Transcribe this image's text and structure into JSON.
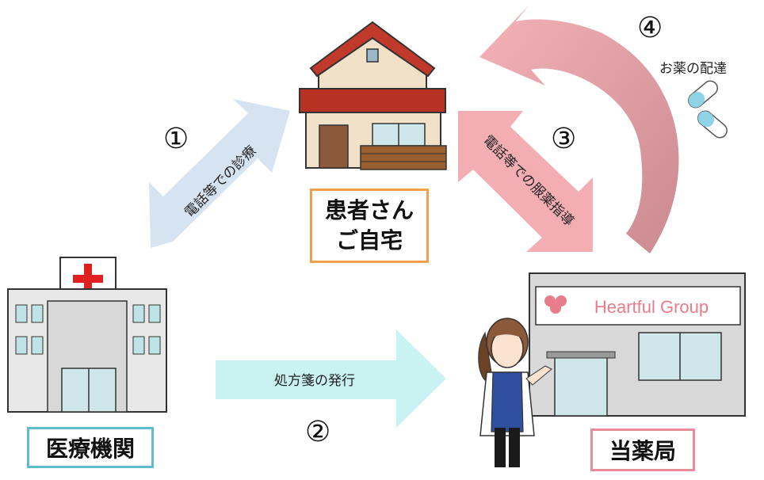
{
  "nodes": {
    "patient_home": [
      "患者さん",
      "ご自宅"
    ],
    "medical_institution": "医療機関",
    "pharmacy": "当薬局"
  },
  "steps": [
    {
      "number": "①",
      "label": "電話等での診療"
    },
    {
      "number": "②",
      "label": "処方箋の発行"
    },
    {
      "number": "③",
      "label": "電話等での服薬指導"
    },
    {
      "number": "④",
      "label": "お薬の配達"
    }
  ],
  "pharmacy_sign": "Heartful Group",
  "colors": {
    "arrow_1": "#d6e3f0",
    "arrow_2": "#c9f3f3",
    "arrow_3": "#f3aeb4",
    "arrow_4": "#e8a2aa",
    "patient_border": "#f0a04b",
    "medical_border": "#5dbccd",
    "pharmacy_border": "#e98b99"
  }
}
